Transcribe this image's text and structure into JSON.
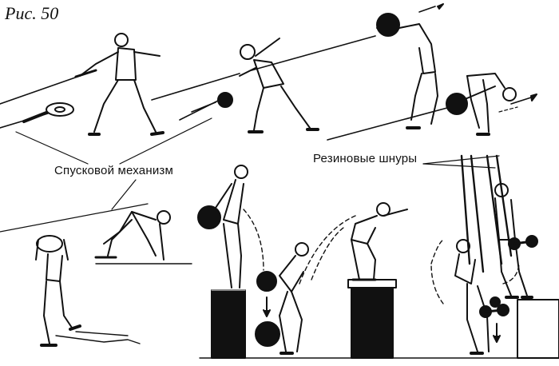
{
  "figure_label": "Рис. 50",
  "labels": {
    "trigger": "Спусковой механизм",
    "cords": "Резиновые шнуры"
  },
  "colors": {
    "ink": "#111111",
    "paper": "#ffffff",
    "ball": "#1a1a1a"
  }
}
